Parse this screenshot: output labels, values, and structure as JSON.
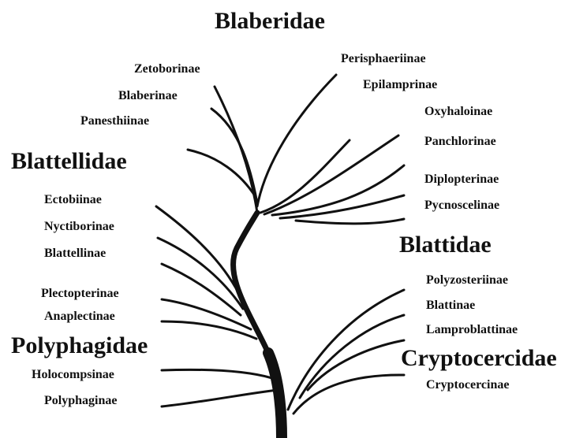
{
  "families": {
    "blaberidae": "Blaberidae",
    "blattellidae": "Blattellidae",
    "blattidae": "Blattidae",
    "polyphagidae": "Polyphagidae",
    "cryptocercidae": "Cryptocercidae"
  },
  "subfamilies": {
    "zetoborinae": "Zetoborinae",
    "blaberinae": "Blaberinae",
    "panesthiinae": "Panesthiinae",
    "perisphaeriinae": "Perisphaeriinae",
    "epilamprinae": "Epilamprinae",
    "oxyhaloinae": "Oxyhaloinae",
    "panchlorinae": "Panchlorinae",
    "diplopterinae": "Diplopterinae",
    "pycnoscelinae": "Pycnoscelinae",
    "ectobiinae": "Ectobiinae",
    "nyctiborinae": "Nyctiborinae",
    "blattellinae": "Blattellinae",
    "plectopterinae": "Plectopterinae",
    "anaplectinae": "Anaplectinae",
    "holocompsinae": "Holocompsinae",
    "polyphaginae": "Polyphaginae",
    "polyzosteriinae": "Polyzosteriinae",
    "blattinae": "Blattinae",
    "lamproblattinae": "Lamproblattinae",
    "cryptocercinae": "Cryptocercinae"
  },
  "colors": {
    "ink": "#111111",
    "background": "#ffffff"
  }
}
